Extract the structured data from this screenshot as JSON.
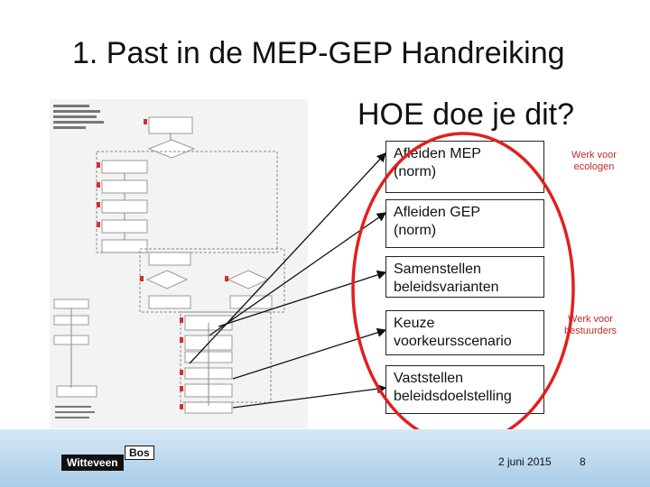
{
  "title": "1. Past in de MEP-GEP Handreiking",
  "subtitle": "HOE doe je dit?",
  "steps": [
    {
      "label": "Afleiden MEP\n(norm)"
    },
    {
      "label": "Afleiden GEP\n(norm)"
    },
    {
      "label": "Samenstellen\nbeleidsvarianten"
    },
    {
      "label": "Keuze\nvoorkeursscenario"
    },
    {
      "label": "Vaststellen\nbeleidsdoelstelling"
    }
  ],
  "notes": {
    "ecologen": "Werk voor\necologen",
    "bestuurders": "Werk voor\nbestuurders"
  },
  "colors": {
    "accent": "#e02020",
    "footer": "#a9cde9"
  },
  "footer": {
    "logo_part1": "Witteveen",
    "logo_part2": "Bos",
    "date": "2 juni 2015",
    "page": "8"
  }
}
